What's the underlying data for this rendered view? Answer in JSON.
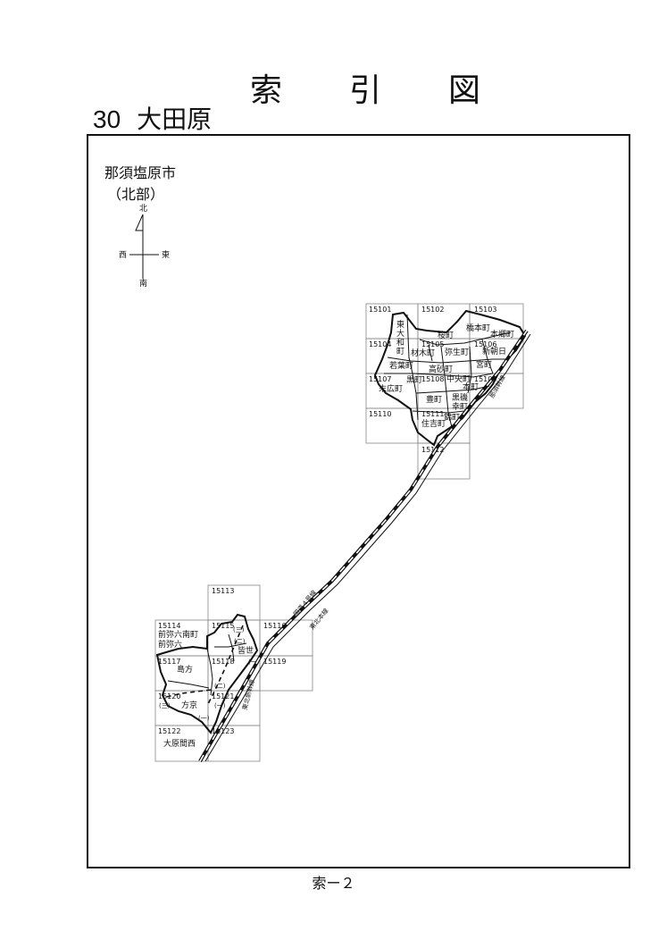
{
  "page": {
    "title_chars": [
      "索",
      "引",
      "図"
    ],
    "section_number": "30",
    "section_name": "大田原",
    "area_name": "那須塩原市",
    "area_sub": "（北部）",
    "footer": "索ー２"
  },
  "compass": {
    "north": "北",
    "south": "南",
    "east": "東",
    "west": "西"
  },
  "grid_north": [
    "15101",
    "15102",
    "15103",
    "15104",
    "15105",
    "15106",
    "15107",
    "15108",
    "15109",
    "15110",
    "15111",
    "15112"
  ],
  "grid_south": [
    "15113",
    "15114",
    "15115",
    "15116",
    "15117",
    "15118",
    "15119",
    "15120",
    "15121",
    "15122",
    "15123"
  ],
  "towns_north": [
    "東",
    "大",
    "和",
    "町",
    "桜町",
    "橋本町",
    "本郷町",
    "材木町",
    "弥生町",
    "新朝日",
    "若葉町",
    "高砂町",
    "宮町",
    "末広町",
    "黒町",
    "中央町",
    "本町",
    "豊町",
    "黒磯",
    "幸町",
    "住吉町",
    "錦町"
  ],
  "towns_south": [
    "前弥六南町",
    "前弥六",
    "島方",
    "方京",
    "大原間西",
    "皆世"
  ],
  "marks": [
    "(三)",
    "(二)",
    "(一)"
  ],
  "rail_labels": [
    "国道４号線",
    "東北本線",
    "東北新幹線",
    "那須幹線"
  ]
}
